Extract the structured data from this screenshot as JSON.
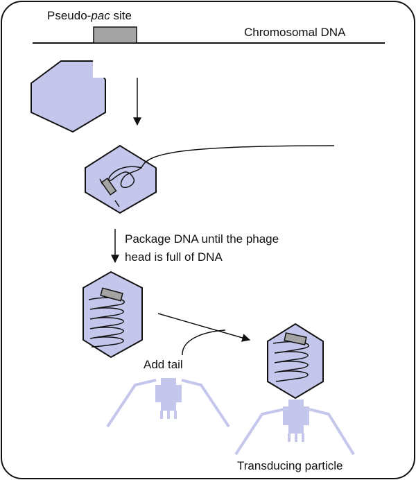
{
  "labels": {
    "pseudo_prefix": "Pseudo-",
    "pseudo_italic": "pac",
    "pseudo_suffix": " site",
    "chromosomal": "Chromosomal DNA",
    "package_line1": "Package DNA until the phage",
    "package_line2": "head is full of DNA",
    "add_tail": "Add tail",
    "transducing": "Transducing particle"
  },
  "colors": {
    "capsid_fill": "#c5c6ec",
    "gray_box": "#a4a4a4",
    "stroke": "#111111"
  }
}
